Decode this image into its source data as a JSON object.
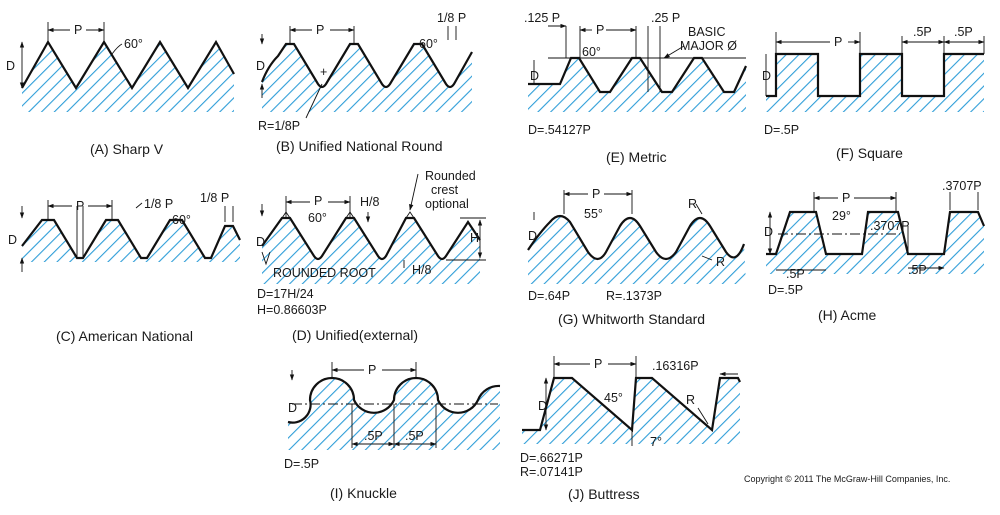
{
  "colors": {
    "hatch": "#2f9ed8",
    "profile": "#111111",
    "background": "#ffffff"
  },
  "copyright": "Copyright © 2011 The McGraw-Hill Companies, Inc.",
  "panels": {
    "a": {
      "caption": "(A) Sharp V",
      "p": "P",
      "angle": "60°",
      "d": "D"
    },
    "b": {
      "caption": "(B) Unified National Round",
      "p": "P",
      "angle": "60°",
      "d": "D",
      "flat": "1/8 P",
      "radius": "R=1/8P"
    },
    "c": {
      "caption": "(C) American National",
      "p": "P",
      "angle": "60°",
      "d": "D",
      "flat1": "1/8 P",
      "flat2": "1/8 P"
    },
    "d": {
      "caption": "(D) Unified(external)",
      "p": "P",
      "angle": "60°",
      "d": "D",
      "h8a": "H/8",
      "h8b": "H/8",
      "h": "H",
      "note1": "Rounded",
      "note2": "crest",
      "note3": "optional",
      "root": "ROUNDED ROOT",
      "f1": "D=17H/24",
      "f2": "H=0.86603P"
    },
    "e": {
      "caption": "(E) Metric",
      "p": "P",
      "angle": "60°",
      "d": "D",
      "crest": ".125 P",
      "root": ".25 P",
      "basic1": "BASIC",
      "basic2": "MAJOR Ø",
      "f1": "D=.54127P"
    },
    "f": {
      "caption": "(F) Square",
      "p": "P",
      "d": "D",
      "w1": ".5P",
      "w2": ".5P",
      "f1": "D=.5P"
    },
    "g": {
      "caption": "(G) Whitworth Standard",
      "p": "P",
      "angle": "55°",
      "d": "D",
      "r1": "R",
      "r2": "R",
      "f1": "D=.64P",
      "f2": "R=.1373P"
    },
    "h": {
      "caption": "(H) Acme",
      "p": "P",
      "angle": "29°",
      "d": "D",
      "w1": ".3707P",
      "w2": ".3707P",
      "w3": ".5P",
      "w4": ".5P",
      "f1": "D=.5P"
    },
    "i": {
      "caption": "(I) Knuckle",
      "p": "P",
      "d": "D",
      "w1": ".5P",
      "w2": ".5P",
      "f1": "D=.5P"
    },
    "j": {
      "caption": "(J) Buttress",
      "p": "P",
      "angle1": "45°",
      "angle2": "7°",
      "d": "D",
      "r": "R",
      "w": ".16316P",
      "f1": "D=.66271P",
      "f2": "R=.07141P"
    }
  }
}
